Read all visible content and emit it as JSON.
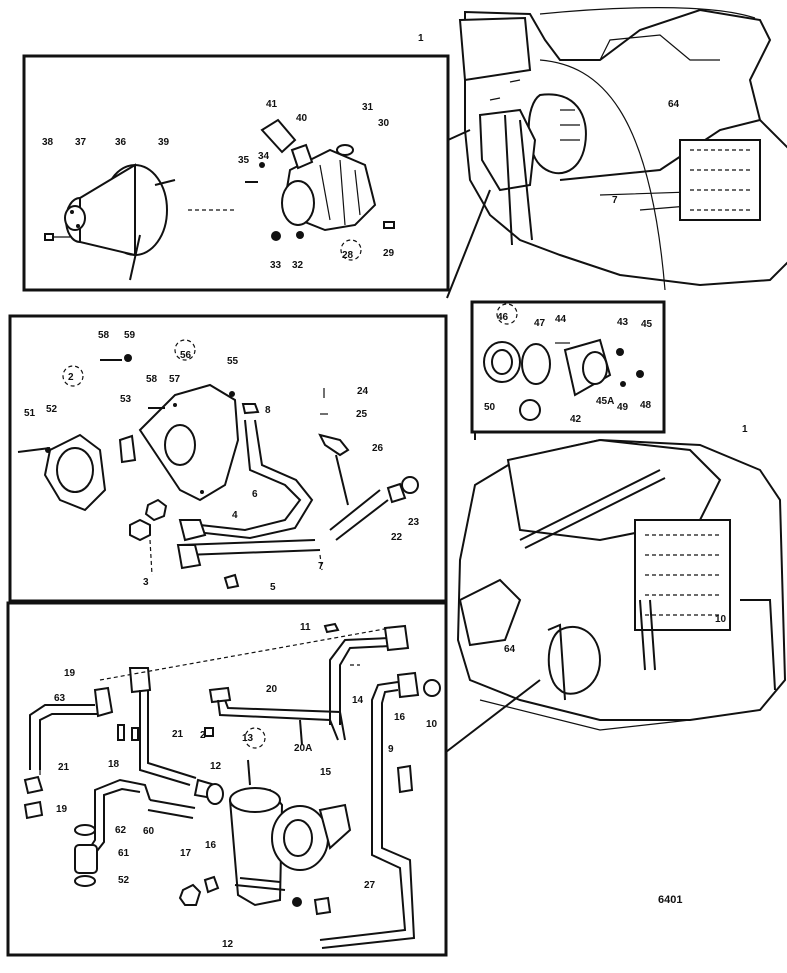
{
  "figure_code": "6401",
  "labels": {
    "box_a": [
      "38",
      "37",
      "36",
      "39",
      "41",
      "40",
      "31",
      "30",
      "35",
      "34",
      "33",
      "32",
      "28",
      "29"
    ],
    "box_b": [
      "46",
      "47",
      "44",
      "43",
      "45",
      "50",
      "42",
      "45A",
      "49",
      "48"
    ],
    "box_c": [
      "58",
      "59",
      "56",
      "55",
      "2",
      "58",
      "57",
      "53",
      "51",
      "52",
      "24",
      "25",
      "8",
      "26",
      "6",
      "4",
      "3",
      "5",
      "7",
      "22",
      "23"
    ],
    "box_d": [
      "11",
      "19",
      "63",
      "20",
      "21",
      "18",
      "2",
      "13",
      "20A",
      "15",
      "12",
      "16",
      "10",
      "9",
      "14",
      "21",
      "19",
      "62",
      "60",
      "61",
      "52",
      "17",
      "16",
      "27",
      "12"
    ],
    "engine_top": [
      "1",
      "64",
      "7"
    ],
    "engine_bottom": [
      "1",
      "64",
      "10"
    ]
  }
}
